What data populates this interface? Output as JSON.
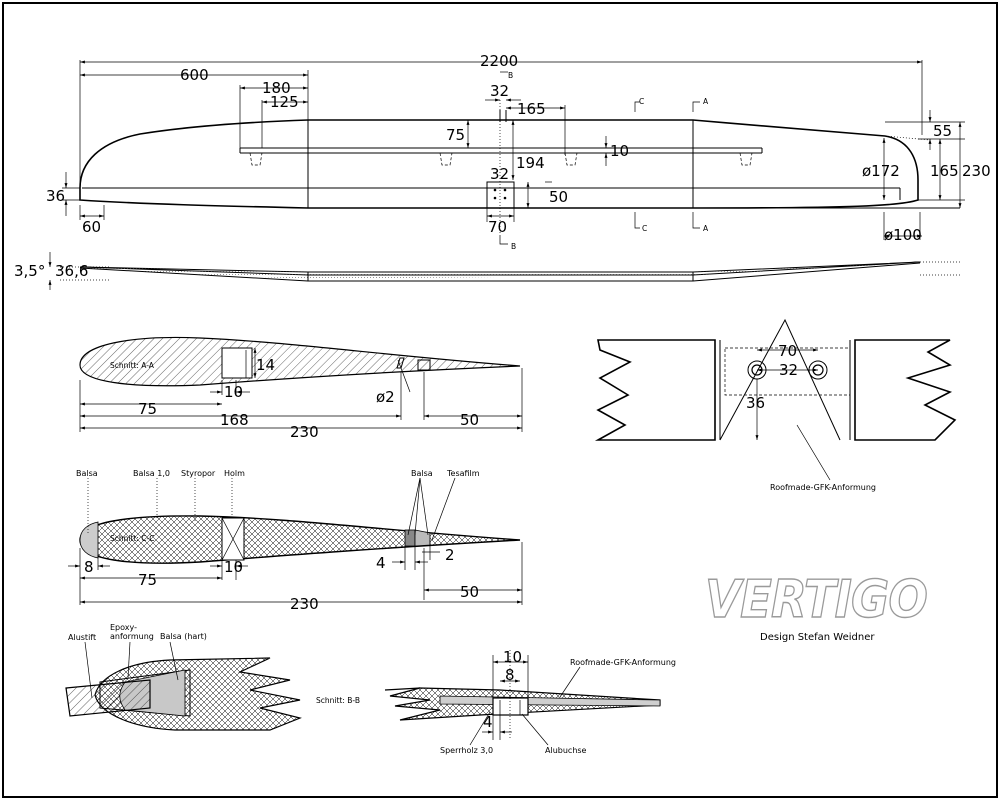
{
  "plan_dims": {
    "span": "2200",
    "half_span": "600",
    "d180": "180",
    "d125": "125",
    "d32_top": "32",
    "d165_top": "165",
    "d75": "75",
    "d194": "194",
    "d10": "10",
    "d55": "55",
    "d165": "165",
    "d230": "230",
    "d172": "ø172",
    "d32_mid": "32",
    "d50": "50",
    "d36": "36",
    "d60": "60",
    "d70": "70",
    "d100": "ø100"
  },
  "section_marks": {
    "b": "B",
    "c": "C",
    "a": "A"
  },
  "front_view": {
    "d35": "3,5°",
    "d366": "36,6"
  },
  "section_aa": {
    "label": "Schnitt: A-A",
    "d14": "14",
    "d10": "10",
    "d2": "ø2",
    "d75": "75",
    "d168": "168",
    "d230": "230",
    "d50": "50"
  },
  "joiner": {
    "d70": "70",
    "d32": "32",
    "d36": "36",
    "note": "Roofmade-GFK-Anformung"
  },
  "section_cc": {
    "label": "Schnitt: C-C",
    "balsa": "Balsa",
    "balsa10": "Balsa 1,0",
    "styropor": "Styropor",
    "holm": "Holm",
    "balsa_te": "Balsa",
    "tesafilm": "Tesafilm",
    "d8": "8",
    "d75": "75",
    "d10": "10",
    "d4": "4",
    "d2": "2",
    "d50": "50",
    "d230": "230"
  },
  "logo": {
    "name": "VERTIGO",
    "credit": "Design  Stefan Weidner"
  },
  "tip_detail": {
    "alustift": "Alustift",
    "epoxy1": "Epoxy-",
    "epoxy2": "anformung",
    "balsa_hart": "Balsa (hart)"
  },
  "section_bb": {
    "label": "Schnitt: B-B",
    "d10": "10",
    "d8": "8",
    "d4": "4",
    "note": "Roofmade-GFK-Anformung",
    "sperrholz": "Sperrholz 3,0",
    "alubuchse": "Alubuchse"
  }
}
